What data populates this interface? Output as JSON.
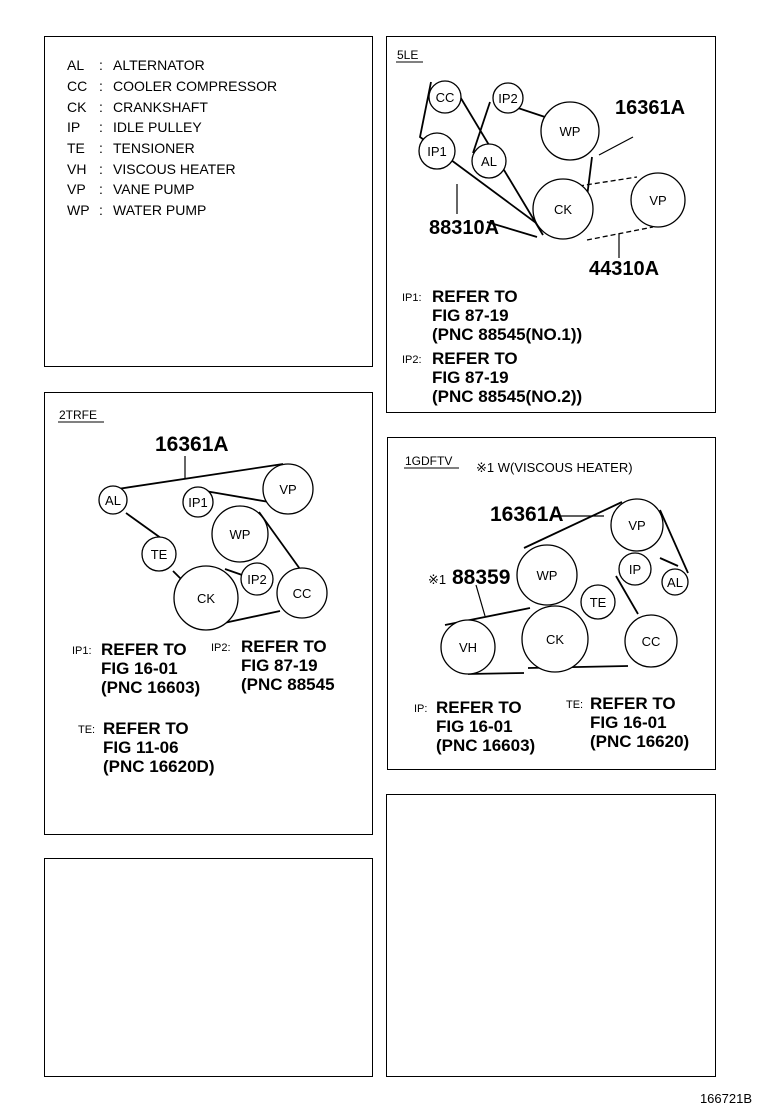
{
  "legend": {
    "items": [
      {
        "abbr": "AL",
        "name": "ALTERNATOR"
      },
      {
        "abbr": "CC",
        "name": "COOLER COMPRESSOR"
      },
      {
        "abbr": "CK",
        "name": "CRANKSHAFT"
      },
      {
        "abbr": "IP",
        "name": "IDLE PULLEY"
      },
      {
        "abbr": "TE",
        "name": "TENSIONER"
      },
      {
        "abbr": "VH",
        "name": "VISCOUS HEATER"
      },
      {
        "abbr": "VP",
        "name": "VANE PUMP"
      },
      {
        "abbr": "WP",
        "name": "WATER PUMP"
      }
    ]
  },
  "panel_5le": {
    "engine": "5LE",
    "pulleys": {
      "cc": "CC",
      "ip2": "IP2",
      "wp": "WP",
      "ip1": "IP1",
      "al": "AL",
      "ck": "CK",
      "vp": "VP"
    },
    "parts": {
      "belt_main": "16361A",
      "belt_ip": "88310A",
      "belt_vp": "44310A"
    },
    "notes": [
      {
        "tag": "IP1:",
        "lines": [
          "REFER TO",
          "FIG 87-19",
          "(PNC 88545(NO.1))"
        ]
      },
      {
        "tag": "IP2:",
        "lines": [
          "REFER TO",
          "FIG 87-19",
          "(PNC 88545(NO.2))"
        ]
      }
    ]
  },
  "panel_2trfe": {
    "engine": "2TRFE",
    "pulleys": {
      "al": "AL",
      "ip1": "IP1",
      "vp": "VP",
      "wp": "WP",
      "te": "TE",
      "ck": "CK",
      "ip2": "IP2",
      "cc": "CC"
    },
    "parts": {
      "belt_main": "16361A"
    },
    "notes": [
      {
        "tag": "IP1:",
        "lines": [
          "REFER TO",
          "FIG 16-01",
          "(PNC 16603)"
        ]
      },
      {
        "tag": "IP2:",
        "lines": [
          "REFER TO",
          "FIG 87-19",
          "(PNC 88545"
        ]
      },
      {
        "tag": "TE:",
        "lines": [
          "REFER TO",
          "FIG 11-06",
          "(PNC 16620D)"
        ]
      }
    ]
  },
  "panel_1gdftv": {
    "engine": "1GDFTV",
    "option": "※1 W(VISCOUS HEATER)",
    "pulleys": {
      "vp": "VP",
      "wp": "WP",
      "ip": "IP",
      "al": "AL",
      "te": "TE",
      "vh": "VH",
      "ck": "CK",
      "cc": "CC"
    },
    "parts": {
      "belt_main": "16361A",
      "belt_vh_mark": "※1",
      "belt_vh": "88359"
    },
    "notes": [
      {
        "tag": "IP:",
        "lines": [
          "REFER TO",
          "FIG 16-01",
          "(PNC 16603)"
        ]
      },
      {
        "tag": "TE:",
        "lines": [
          "REFER TO",
          "FIG 16-01",
          "(PNC 16620)"
        ]
      }
    ]
  },
  "figure_id": "166721B"
}
